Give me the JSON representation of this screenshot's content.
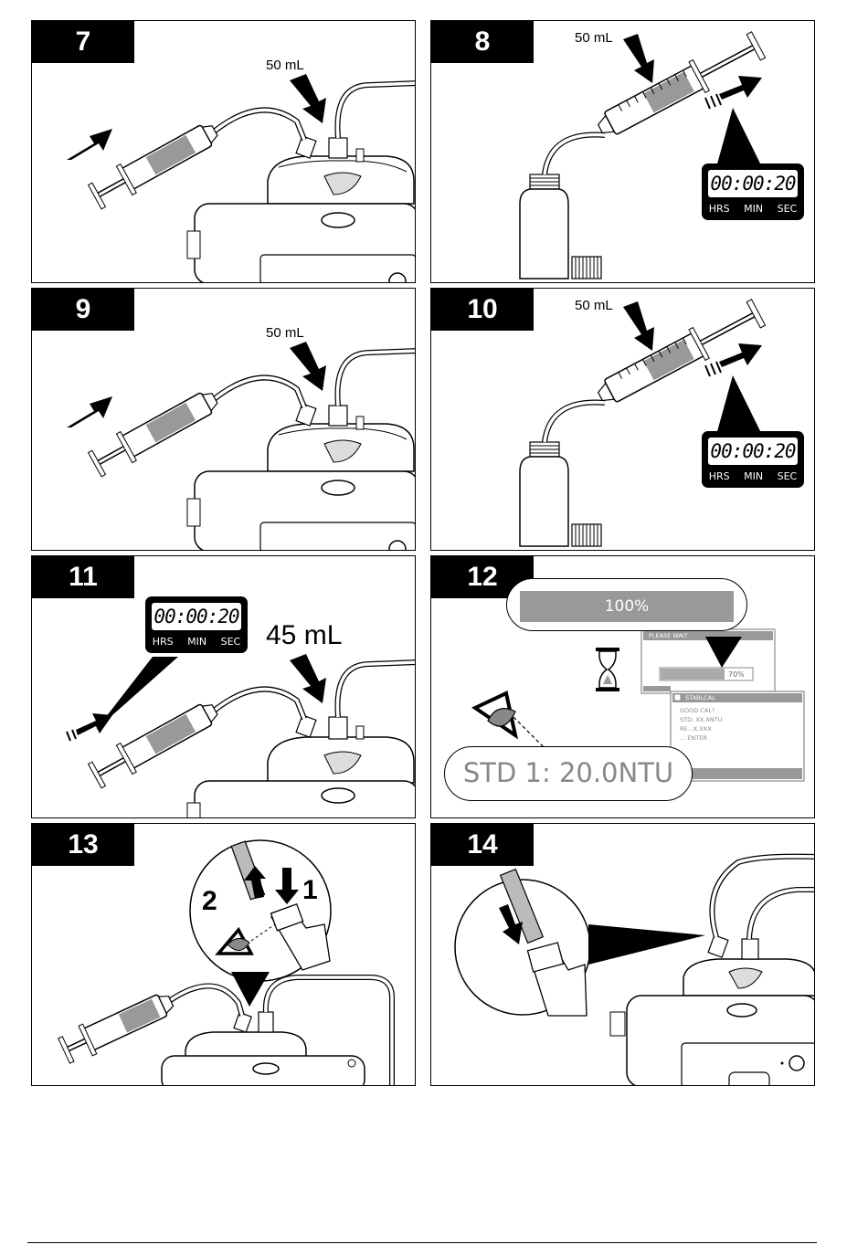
{
  "steps": [
    "7",
    "8",
    "9",
    "10",
    "11",
    "12",
    "13",
    "14"
  ],
  "volumes": {
    "step7": "50 mL",
    "step8": "50 mL",
    "step9": "50 mL",
    "step10": "50 mL",
    "step11": "45 mL"
  },
  "timer": {
    "digits": "00:00:20",
    "hrs": "HRS",
    "min": "MIN",
    "sec": "SEC"
  },
  "step12": {
    "progress_full": "100%",
    "progress_partial": "70%",
    "progress_partial_value": 0.7,
    "screen1_title": "PLEASE WAIT",
    "screen2_title": "STABLCAL",
    "screen2_lines": [
      "GOOD CAL?",
      "STD: XX.XNTU",
      "RE...X.XXX",
      "... ENTER"
    ],
    "std_readout": "STD 1: 20.0NTU"
  },
  "step13": {
    "label_up": "2",
    "label_down": "1"
  },
  "icons": [
    "arrow-icon",
    "hourglass-icon",
    "eye-icon",
    "syringe",
    "bottle",
    "instrument"
  ]
}
